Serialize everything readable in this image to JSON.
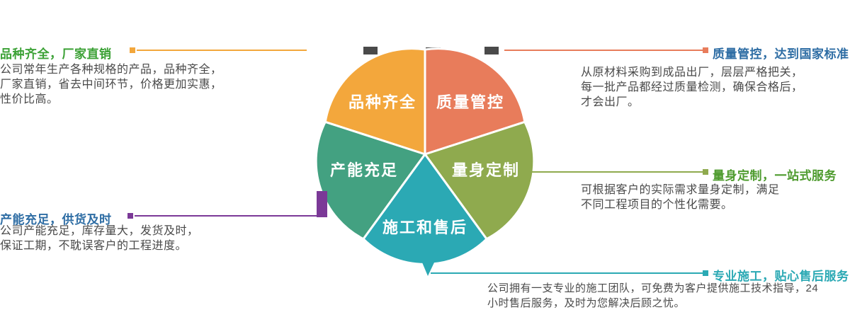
{
  "colors": {
    "amber": "#F3A73C",
    "salmon": "#E87C5B",
    "olive": "#8FAA4E",
    "teal": "#2BA9B4",
    "green": "#43A181",
    "purple": "#7B3997",
    "title_green": "#3BA135",
    "title_blue": "#2E6DA4",
    "title_olive": "#4E9B2E",
    "body_text": "#4A4A4A",
    "tab_dark": "#4A4A4A",
    "petal_label": "#FFFFFF"
  },
  "flower": {
    "petals": {
      "variety": {
        "label": "品种齐全"
      },
      "quality": {
        "label": "质量管控"
      },
      "custom": {
        "label": "量身定制"
      },
      "service": {
        "label": "施工和售后"
      },
      "capacity": {
        "label": "产能充足"
      }
    }
  },
  "callouts": {
    "variety": {
      "title": "品种齐全，厂家直销",
      "body": "公司常年生产各种规格的产品，品种齐全，\n厂家直销，省去中间环节，价格更加实惠，\n性价比高。"
    },
    "quality": {
      "title": "质量管控，达到国家标准",
      "body": "从原材料采购到成品出厂，层层严格把关，\n每一批产品都经过质量检测，确保合格后，\n才会出厂。"
    },
    "custom": {
      "title": "量身定制，一站式服务",
      "body": "可根据客户的实际需求量身定制，满足\n不同工程项目的个性化需要。"
    },
    "capacity": {
      "title": "产能充足，供货及时",
      "body": "公司产能充足，库存量大，发货及时，\n保证工期，不耽误客户的工程进度。"
    },
    "service": {
      "title": "专业施工，贴心售后服务",
      "body": "公司拥有一支专业的施工团队，可免费为客户提供施工技术指导，24\n小时售后服务，及时为您解决后顾之忧。"
    }
  }
}
